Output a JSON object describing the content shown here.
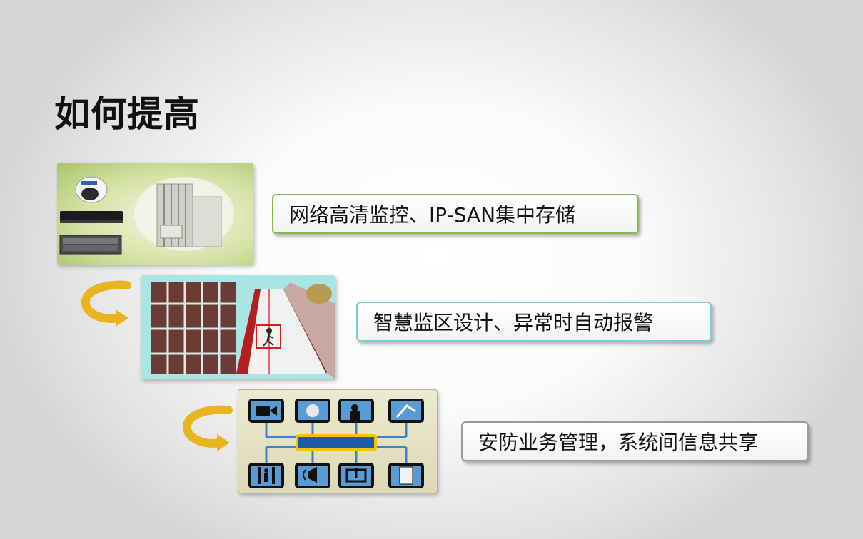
{
  "slide": {
    "title": "如何提高",
    "steps": [
      {
        "caption": "网络高清监控、IP-SAN集中存储"
      },
      {
        "caption": "智慧监区设计、异常时自动报警"
      },
      {
        "caption": "安防业务管理，系统间信息共享"
      }
    ]
  },
  "colors": {
    "step1_border": "#8cb456",
    "step2_border": "#79cfd3",
    "step3_border": "#9a9a9a",
    "arrow": "#e8b520",
    "network_blue": "#1a5aa8",
    "alarm_red": "#d42020"
  },
  "icons": {
    "step1": [
      "dome-camera-icon",
      "nvr-recorder-icon",
      "storage-array-icon",
      "prison-cell-door-icon"
    ],
    "step2": [
      "corridor-scene-icon",
      "intruder-alarm-icon"
    ],
    "step3": [
      "video-camera-icon",
      "ptz-camera-icon",
      "intercom-person-icon",
      "broadcast-icon",
      "metal-detector-icon",
      "alarm-horn-icon",
      "patrol-icon",
      "access-card-icon"
    ]
  }
}
